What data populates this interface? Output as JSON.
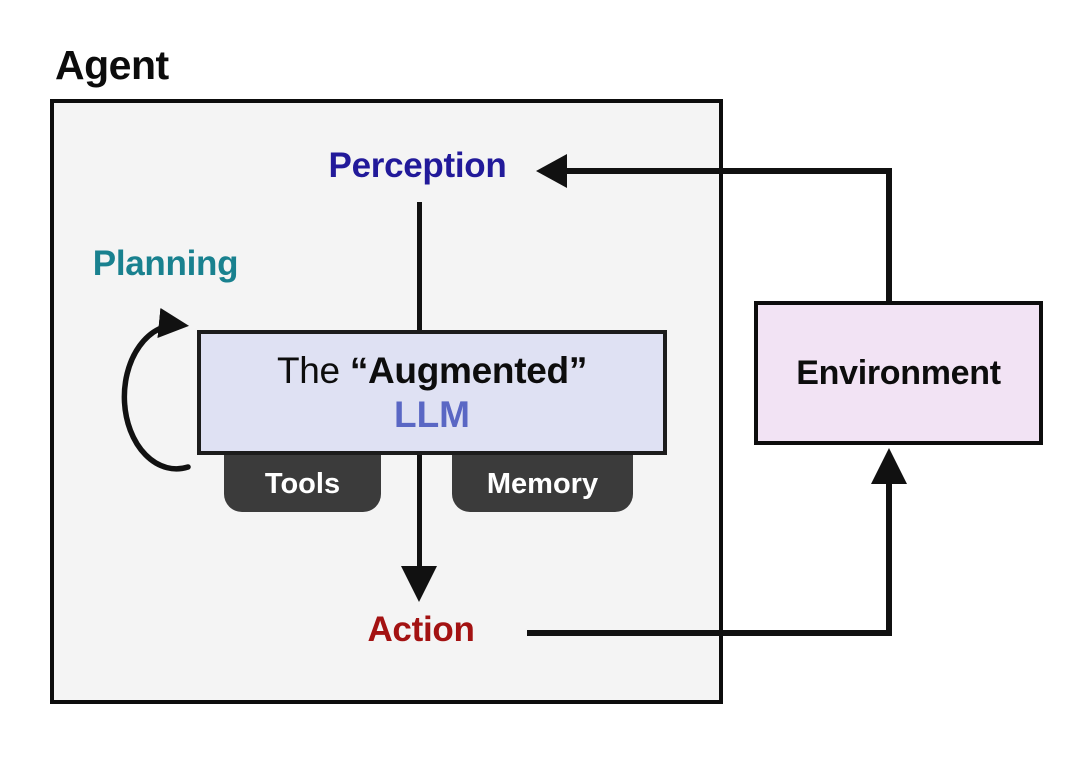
{
  "title": "Agent",
  "nodes": {
    "perception": "Perception",
    "planning": "Planning",
    "action": "Action",
    "environment": "Environment"
  },
  "llm": {
    "prefix": "The ",
    "quoted": "“Augmented”",
    "name": "LLM"
  },
  "tabs": {
    "tools": "Tools",
    "memory": "Memory"
  },
  "colors": {
    "perception_text": "#221a9a",
    "planning_text": "#19818f",
    "action_text": "#a31212",
    "llm_accent_text": "#5a67c4",
    "llm_box_fill": "#dfe1f3",
    "environment_box_fill": "#f2e3f4",
    "tab_fill": "#3b3b3b",
    "agent_box_fill": "#f4f4f4",
    "line": "#111111",
    "background": "#ffffff"
  }
}
